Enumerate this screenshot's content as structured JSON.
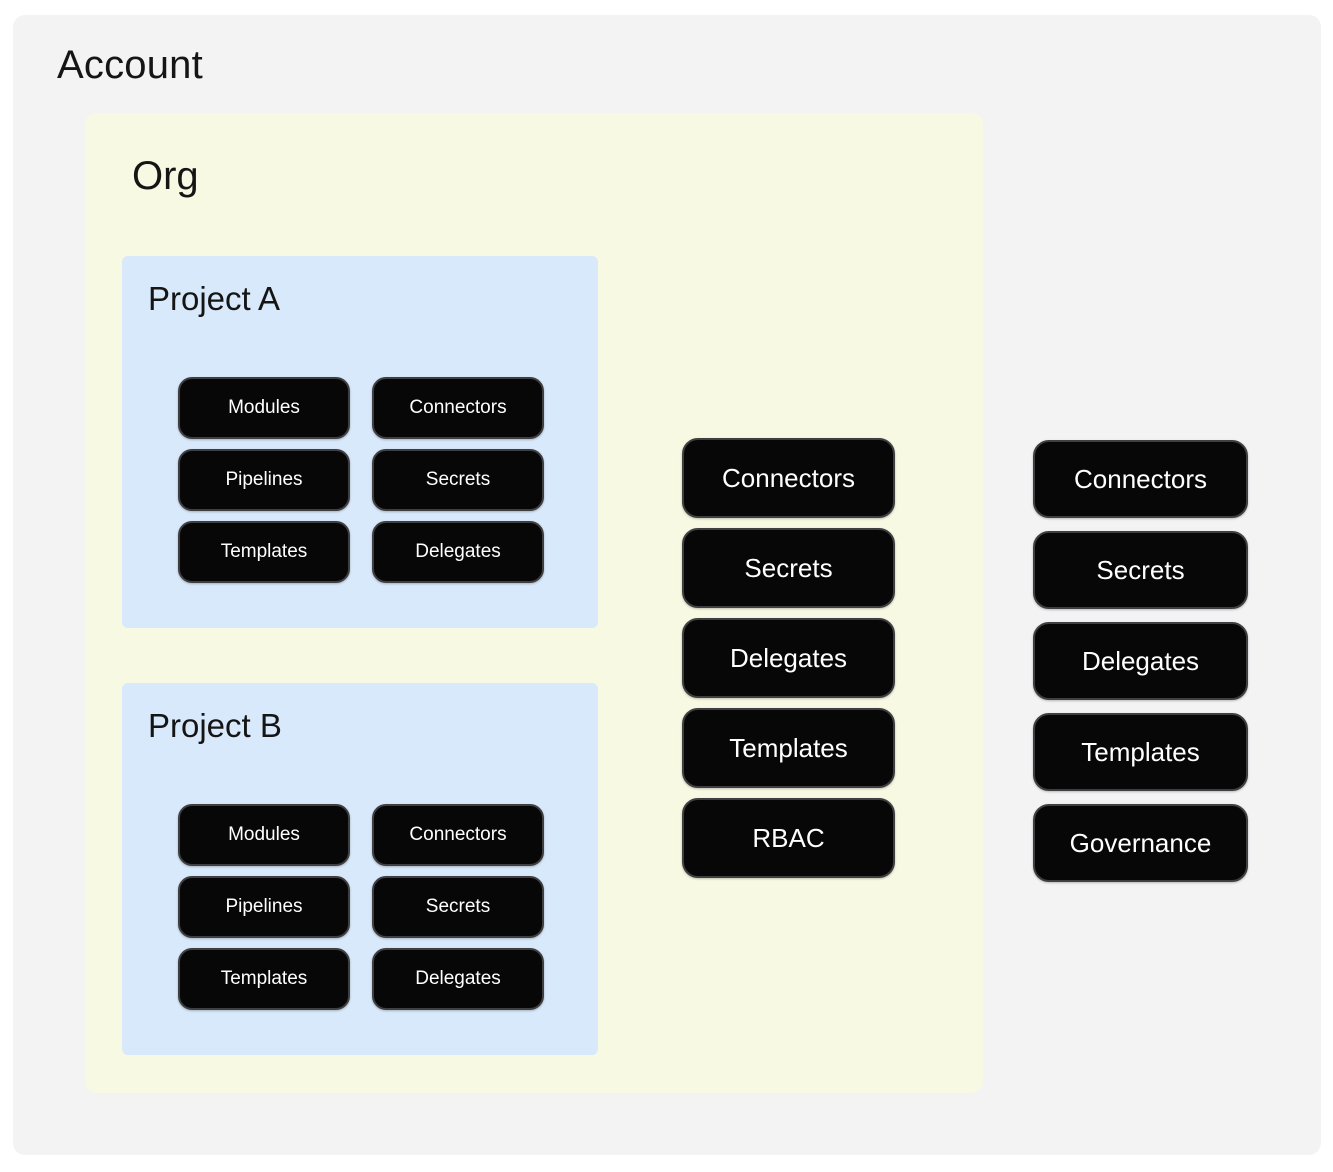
{
  "account": {
    "title": "Account",
    "pills": [
      "Connectors",
      "Secrets",
      "Delegates",
      "Templates",
      "Governance"
    ],
    "org": {
      "title": "Org",
      "pills": [
        "Connectors",
        "Secrets",
        "Delegates",
        "Templates",
        "RBAC"
      ],
      "projects": [
        {
          "title": "Project A",
          "pills": [
            "Modules",
            "Connectors",
            "Pipelines",
            "Secrets",
            "Templates",
            "Delegates"
          ]
        },
        {
          "title": "Project B",
          "pills": [
            "Modules",
            "Connectors",
            "Pipelines",
            "Secrets",
            "Templates",
            "Delegates"
          ]
        }
      ]
    }
  },
  "colors": {
    "page_bg": "#ffffff",
    "account_bg": "#f3f3f4",
    "org_bg": "#f7f9e3",
    "project_bg": "#d8e9fb",
    "pill_bg": "#070707",
    "pill_border": "#3f3f42",
    "pill_text": "#ffffff",
    "title_text": "#151515"
  }
}
